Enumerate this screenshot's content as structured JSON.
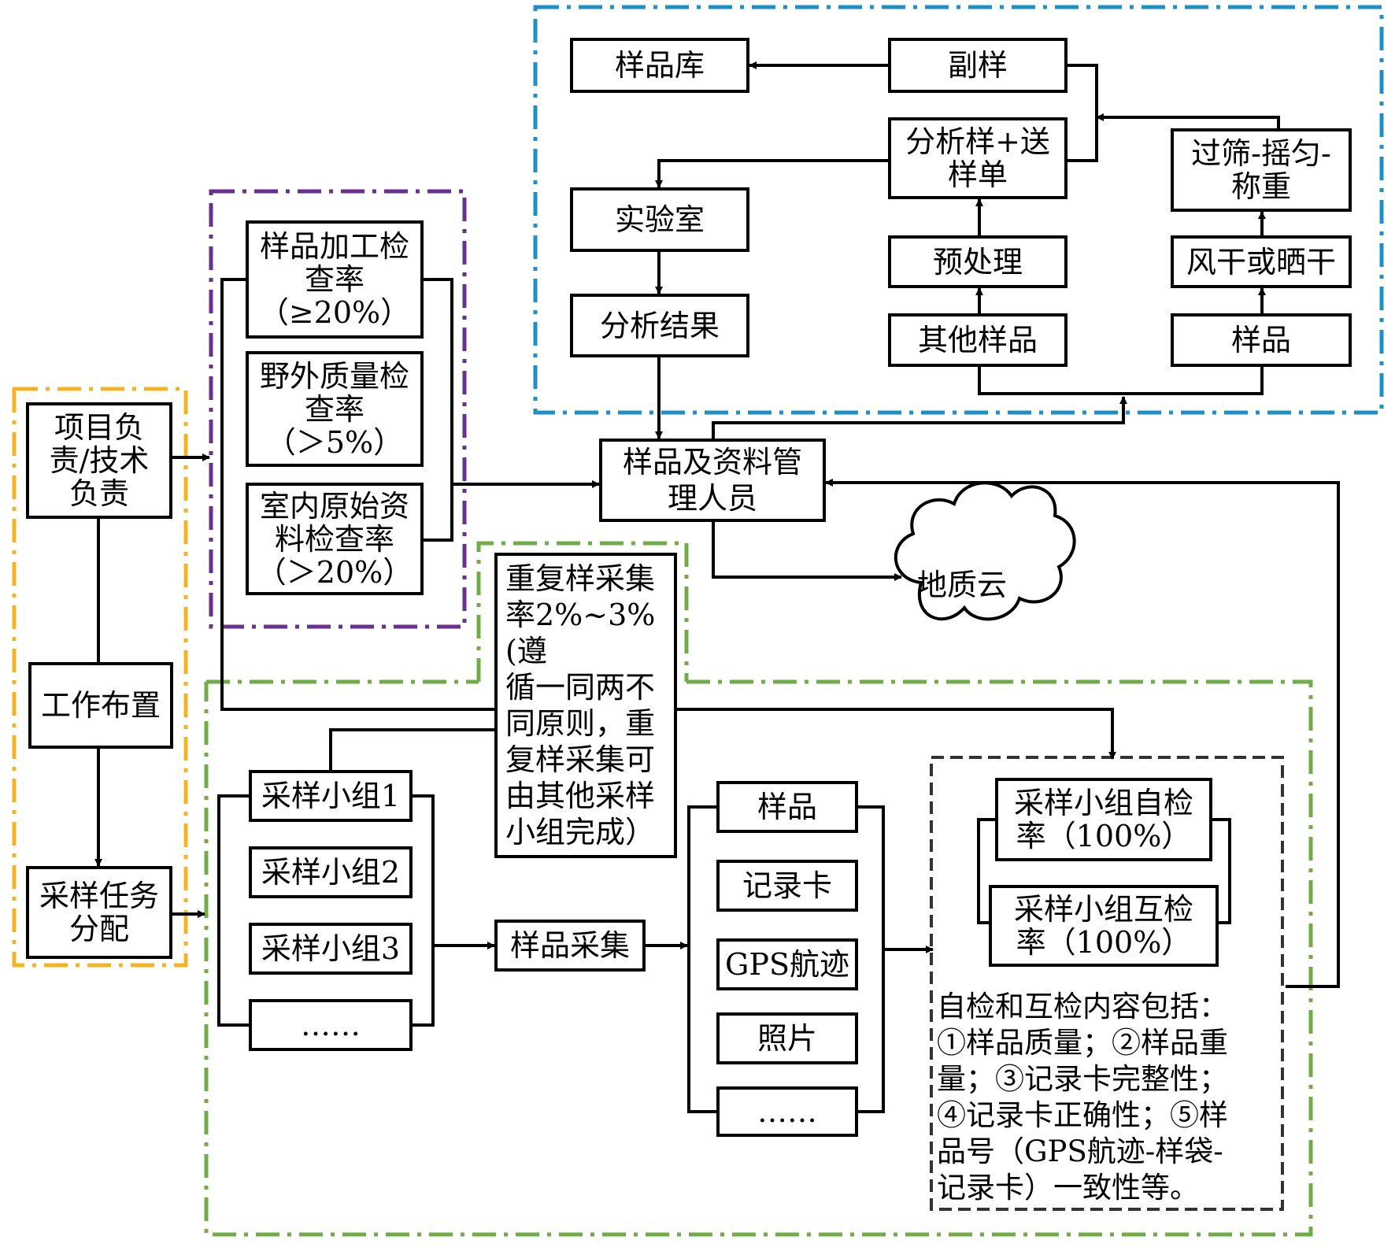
{
  "colors": {
    "blue_region": "#1f8fc7",
    "purple_region": "#6b2f8f",
    "orange_region": "#f5b323",
    "green_region": "#70ad47",
    "gray_region": "#333333",
    "line": "#000000"
  },
  "boxes": {
    "sample_store": "样品库",
    "duplicate": "副样",
    "analysis_sample": "分析样+送\n样单",
    "sieve_weigh": "过筛-摇匀-\n称重",
    "laboratory": "实验室",
    "pretreatment": "预处理",
    "air_dry": "风干或晒干",
    "analysis_result": "分析结果",
    "other_samples": "其他样品",
    "samples_top": "样品",
    "processing_check": "样品加工检\n查率\n（≥20%）",
    "field_check": "野外质量检\n查率\n（＞5%）",
    "indoor_check": "室内原始资\n料检查率\n（＞20%）",
    "sample_manager": "样品及资料管\n理人员",
    "project_lead": "项目负\n责/技术\n负责",
    "work_arrangement": "工作布置",
    "task_assignment": "采样任务\n分配",
    "duplicate_rule": "重复样采集\n率2%~3%(遵\n循一同两不\n同原则，重\n复样采集可\n由其他采样\n小组完成）",
    "group1": "采样小组1",
    "group2": "采样小组2",
    "group3": "采样小组3",
    "group_more": "……",
    "sample_collection": "样品采集",
    "out_sample": "样品",
    "record_card": "记录卡",
    "gps_track": "GPS航迹",
    "photo": "照片",
    "out_more": "……",
    "self_check": "采样小组自检\n率（100%）",
    "mutual_check": "采样小组互检\n率（100%）"
  },
  "cloud": {
    "label": "地质云",
    "icon": "cloud-icon"
  },
  "notes": "自检和互检内容包括：\n①样品质量；②样品重\n量；③记录卡完整性；\n④记录卡正确性；⑤样\n品号（GPS航迹-样袋-\n记录卡）一致性等。"
}
